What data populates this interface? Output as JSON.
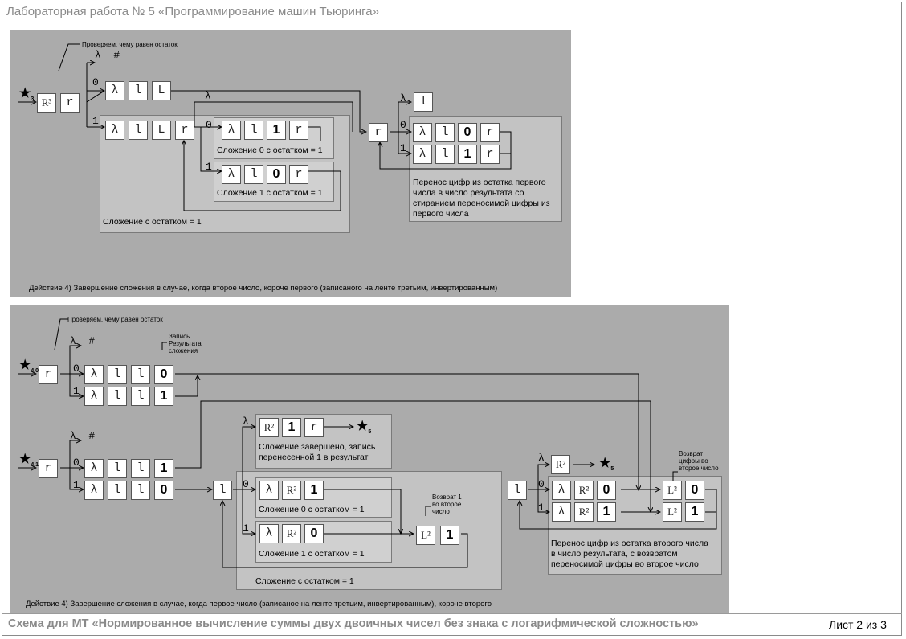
{
  "header": {
    "title": "Лабораторная работа № 5 «Программирование машин Тьюринга»"
  },
  "footer": {
    "title": "Схема для МТ «Нормированное вычисление суммы двух двоичных чисел без знака с логарифмической сложностью»",
    "sheet": "Лист 2 из 3"
  },
  "panel1": {
    "entry": "★",
    "entry_sub": "3",
    "check_note": "Проверяем, чему равен остаток",
    "lambda_hash": "λ  #",
    "R3": "R³",
    "r": "r",
    "label0": "0",
    "label1": "1",
    "lambda": "λ",
    "rowA": [
      "λ",
      "l",
      "L"
    ],
    "rowB": [
      "λ",
      "l",
      "L",
      "r"
    ],
    "add0": [
      "λ",
      "l",
      "1",
      "r"
    ],
    "add1": [
      "λ",
      "l",
      "0",
      "r"
    ],
    "add0_caption": "Сложение 0 с остатком = 1",
    "add1_caption": "Сложение 1 с остатком = 1",
    "add_group_caption": "Сложение  с остатком = 1",
    "right_r": "r",
    "right_top": "l",
    "tr0": [
      "λ",
      "l",
      "0",
      "r"
    ],
    "tr1": [
      "λ",
      "l",
      "1",
      "r"
    ],
    "transfer_caption": "Перенос цифр из остатка первого\nчисла в число результата со\nстиранием переносимой цифры из\nпервого числа",
    "action_caption": "Действие 4) Завершение сложения в случае, когда второе число, короче первого (записаного на ленте третьим, инвертированным)"
  },
  "panel2": {
    "check_note": "Проверяем, чему равен остаток",
    "record_note": "Запись\nРезультата\nсложения",
    "entry40": "★",
    "entry40_sub": "4.0",
    "entry41": "★",
    "entry41_sub": "4.1",
    "r": "r",
    "rowA0": [
      "λ",
      "l",
      "l",
      "0"
    ],
    "rowA1": [
      "λ",
      "l",
      "l",
      "1"
    ],
    "rowB0": [
      "λ",
      "l",
      "l",
      "1"
    ],
    "rowB1": [
      "λ",
      "l",
      "l",
      "0"
    ],
    "mid_l": "l",
    "done_row": [
      "R²",
      "1",
      "r"
    ],
    "done_caption": "Сложение завершено, запись\nперенесенной 1 в результат",
    "exit5": "★",
    "exit5_sub": "5",
    "add0_row": [
      "λ",
      "R²",
      "1"
    ],
    "add0_caption": "Сложение 0 с остатком = 1",
    "add1_row": [
      "λ",
      "R²",
      "0"
    ],
    "add1_caption": "Сложение 1 с остатком = 1",
    "group_caption": "Сложение  с остатком = 1",
    "return1_note": "Возврат 1\nво второе\nчисло",
    "L2": "L²",
    "one": "1",
    "right_l": "l",
    "R2": "R²",
    "tr0": [
      "λ",
      "R²",
      "0"
    ],
    "tr1": [
      "λ",
      "R²",
      "1"
    ],
    "ret0": [
      "L²",
      "0"
    ],
    "ret1": [
      "L²",
      "1"
    ],
    "return_note": "Возврат\nцифры во\nвторое число",
    "transfer_caption": "Перенос цифр из остатка второго числа\nв число результата, с возвратом\nпереносимой цифры во второе число",
    "action_caption": "Действие 4) Завершение сложения в случае, когда первое число (записаное на ленте третьим, инвертированным), короче второго"
  }
}
